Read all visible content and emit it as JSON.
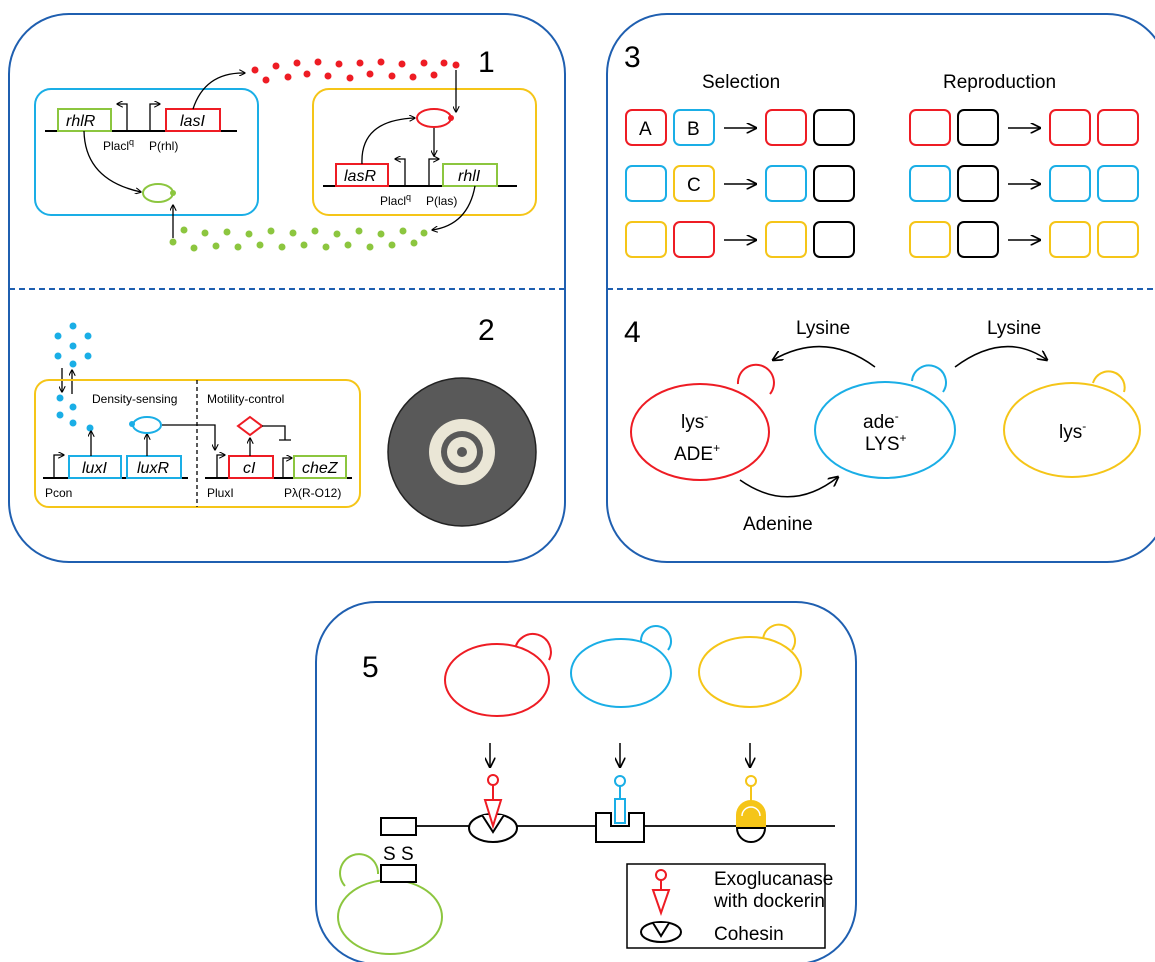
{
  "colors": {
    "frame": "#1f5fb0",
    "red": "#ee1c24",
    "blue": "#1aaee6",
    "yellow": "#f5c518",
    "green": "#8cc63f",
    "disk_dark": "#595959",
    "disk_light": "#eae6d6"
  },
  "panel1": {
    "number": "1",
    "genes": [
      "rhlR",
      "lasI",
      "lasR",
      "rhlI"
    ],
    "promoters": [
      "Placl",
      "P(rhl)",
      "Placl",
      "P(las)"
    ],
    "superscript": "q"
  },
  "panel2": {
    "number": "2",
    "density_label": "Density-sensing",
    "motility_label": "Motility-control",
    "genes": [
      "luxI",
      "luxR",
      "cI",
      "cheZ"
    ],
    "promoters": [
      "Pcon",
      "PluxI",
      "Pλ(R-O12)"
    ]
  },
  "panel3": {
    "number": "3",
    "selection_label": "Selection",
    "reproduction_label": "Reproduction",
    "box_letters": [
      "A",
      "B",
      "C"
    ]
  },
  "panel4": {
    "number": "4",
    "metabolite_top_left": "Lysine",
    "metabolite_top_right": "Lysine",
    "metabolite_bottom": "Adenine",
    "cell_red": {
      "line1": "lys",
      "line1_sup": "-",
      "line2": "ADE",
      "line2_sup": "+"
    },
    "cell_blue": {
      "line1": "ade",
      "line1_sup": "-",
      "line2": "LYS",
      "line2_sup": "+"
    },
    "cell_yellow": {
      "line1": "lys",
      "line1_sup": "-"
    }
  },
  "panel5": {
    "number": "5",
    "disulfide_label": "S S",
    "legend_exo_line1": "Exoglucanase",
    "legend_exo_line2": "with dockerin",
    "legend_cohesin": "Cohesin"
  }
}
